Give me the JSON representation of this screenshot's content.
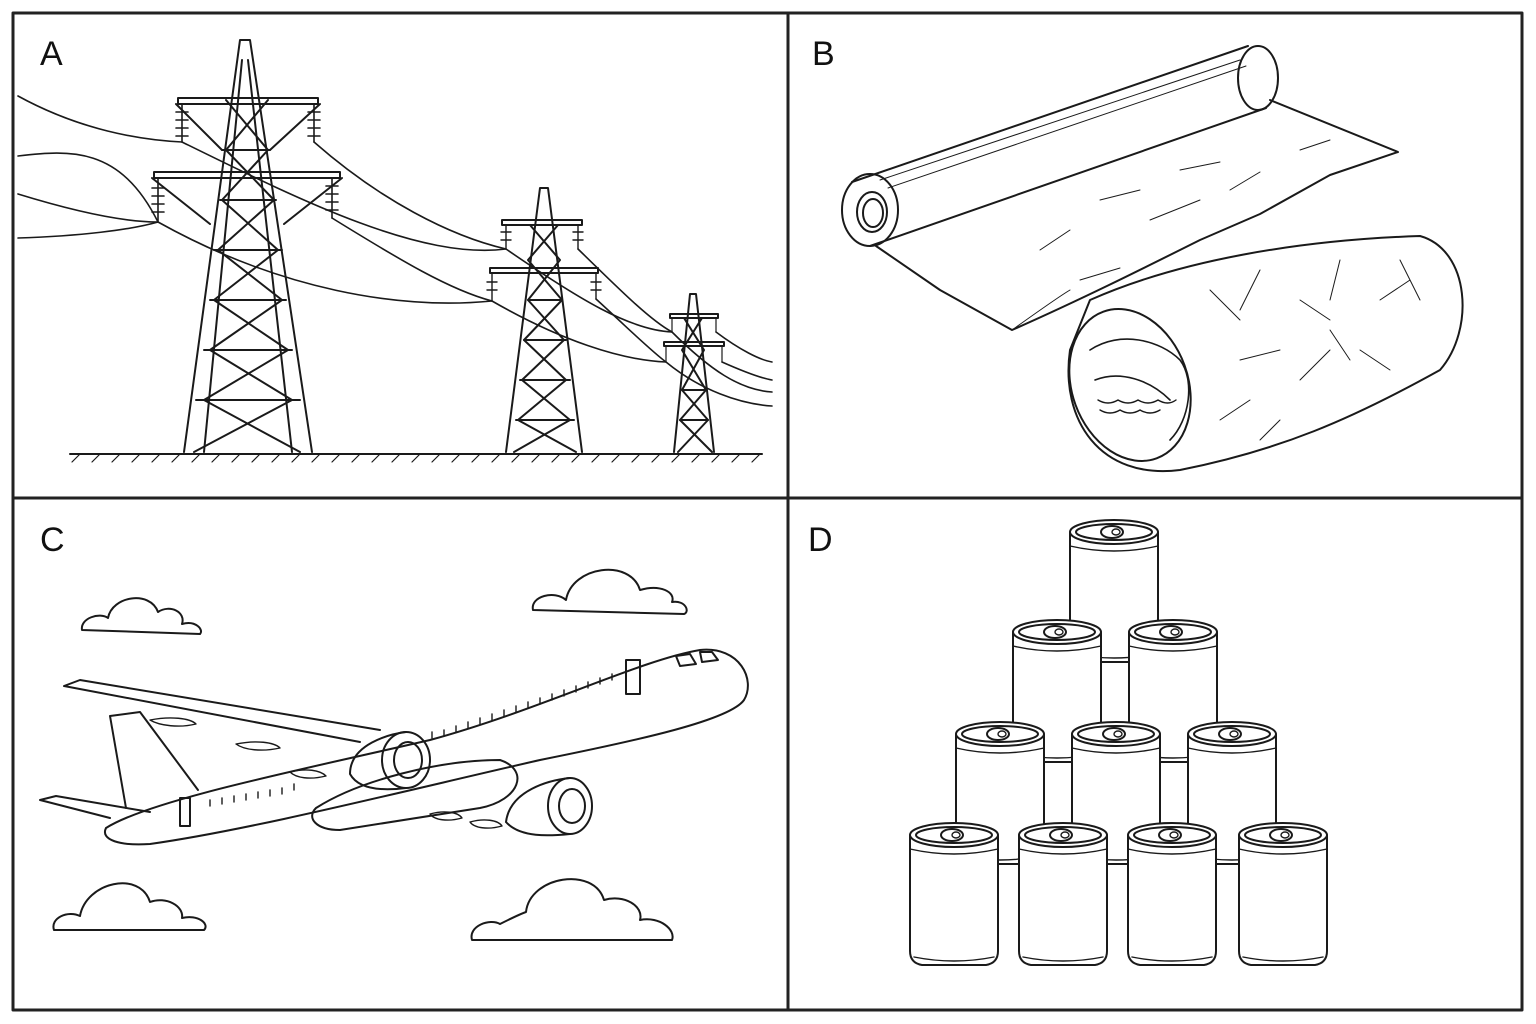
{
  "panels": [
    {
      "label": "A",
      "subject": "power-transmission-towers"
    },
    {
      "label": "B",
      "subject": "foil-roll-and-wrapped-sandwich"
    },
    {
      "label": "C",
      "subject": "airplane-in-clouds"
    },
    {
      "label": "D",
      "subject": "stacked-beverage-cans"
    }
  ],
  "colors": {
    "ink": "#1a1a1a",
    "background": "#ffffff",
    "border": "#222222"
  }
}
